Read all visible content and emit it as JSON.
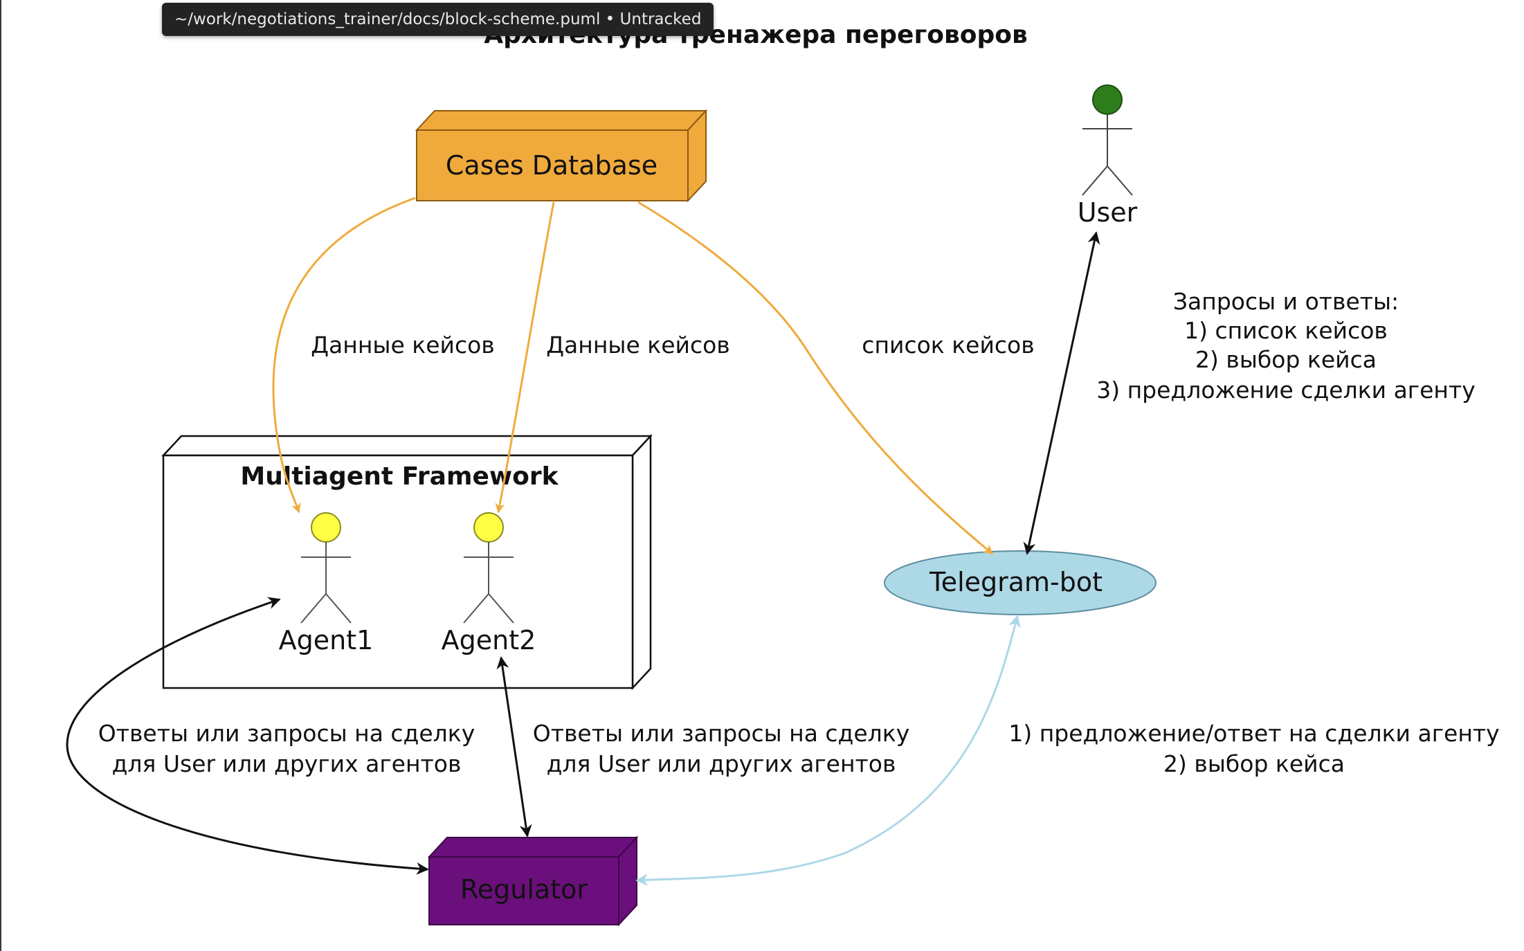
{
  "tooltip": {
    "path": "~/work/negotiations_trainer/docs/block-scheme.puml",
    "status": "Untracked",
    "separator": "•"
  },
  "diagram": {
    "title": "Архитектура тренажера переговоров",
    "nodes": {
      "cases_db": "Cases Database",
      "framework": "Multiagent Framework",
      "agent1": "Agent1",
      "agent2": "Agent2",
      "user": "User",
      "telegram_bot": "Telegram-bot",
      "regulator": "Regulator"
    },
    "edges": {
      "db_agent1": "Данные кейсов",
      "db_agent2": "Данные кейсов",
      "db_bot": "список кейсов",
      "user_bot": [
        "Запросы и ответы:",
        "1) список кейсов",
        "2) выбор кейса",
        "3) предложение сделки агенту"
      ],
      "agent1_regulator": [
        "Ответы или запросы на сделку",
        "для User или других агентов"
      ],
      "agent2_regulator": [
        "Ответы или запросы на сделку",
        "для User или других агентов"
      ],
      "bot_regulator": [
        "1) предложение/ответ на сделки агенту",
        "2) выбор кейса"
      ]
    },
    "colors": {
      "database": "#F0AA3C",
      "agent_head": "#FFFF44",
      "user_head": "#2E7D1C",
      "telegram_bot": "#ADD8E6",
      "regulator": "#6B0F7C",
      "db_arrows": "#F0AA3C",
      "bot_regulator_arrow": "#ADD8E6",
      "dark_arrows": "#111111"
    }
  }
}
